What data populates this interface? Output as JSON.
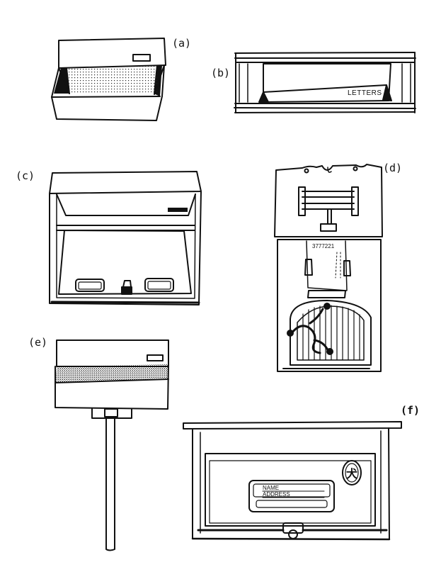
{
  "figure": {
    "panels": [
      {
        "id": "a",
        "label": "(a)"
      },
      {
        "id": "b",
        "label": "(b)",
        "inscription": "LETTERS"
      },
      {
        "id": "c",
        "label": "(c)"
      },
      {
        "id": "d",
        "label": "(d)",
        "inscription_num": "3777221"
      },
      {
        "id": "e",
        "label": "(e)"
      },
      {
        "id": "f",
        "label": "(f)",
        "plate_line1": "NAME",
        "plate_line2": "ADDRESS",
        "emblem": "犬"
      }
    ]
  }
}
